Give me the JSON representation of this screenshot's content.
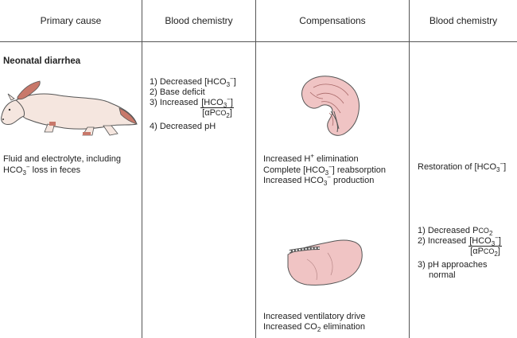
{
  "headers": {
    "primary_cause": "Primary cause",
    "blood_chemistry_1": "Blood chemistry",
    "compensations": "Compensations",
    "blood_chemistry_2": "Blood chemistry"
  },
  "primary_cause": {
    "title": "Neonatal diarrhea",
    "description_line1": "Fluid and electrolyte, including",
    "description_line2_pre": "HCO",
    "description_line2_sub": "3",
    "description_line2_sup": "−",
    "description_line2_post": " loss in feces"
  },
  "blood_chemistry_1": {
    "item1_pre": "1) Decreased [HCO",
    "item1_sub": "3",
    "item1_sup": "−",
    "item1_post": "]",
    "item2": "2) Base deficit",
    "item3_pre": "3) Increased ",
    "item3_num_pre": "[HCO",
    "item3_num_sub": "3",
    "item3_num_sup": "−",
    "item3_num_post": "]",
    "item3_den_pre": "[αP",
    "item3_den_co": "CO",
    "item3_den_sub": "2",
    "item3_den_post": "]",
    "item4": "4) Decreased pH"
  },
  "compensations": {
    "kidney_line1_pre": "Increased H",
    "kidney_line1_sup": "+",
    "kidney_line1_post": " elimination",
    "kidney_line2_pre": "Complete [HCO",
    "kidney_line2_sub": "3",
    "kidney_line2_sup": "−",
    "kidney_line2_post": "] reabsorption",
    "kidney_line3_pre": "Increased HCO",
    "kidney_line3_sub": "3",
    "kidney_line3_sup": "−",
    "kidney_line3_post": " production",
    "lung_line1": "Increased ventilatory drive",
    "lung_line2_pre": "Increased CO",
    "lung_line2_sub": "2",
    "lung_line2_post": " elimination"
  },
  "blood_chemistry_2": {
    "restoration_pre": "Restoration of [HCO",
    "restoration_sub": "3",
    "restoration_sup": "−",
    "restoration_post": "]",
    "item1_pre": "1) Decreased P",
    "item1_co": "CO",
    "item1_sub": "2",
    "item2_pre": "2) Increased ",
    "item2_num_pre": "[HCO",
    "item2_num_sub": "3",
    "item2_num_sup": "−",
    "item2_num_post": "]",
    "item2_den_pre": "[αP",
    "item2_den_co": "CO",
    "item2_den_sub": "2",
    "item2_den_post": "]",
    "item3_line1": "3) pH approaches",
    "item3_line2": "normal"
  },
  "colors": {
    "foal_body": "#f5e6df",
    "foal_accent": "#c8786a",
    "organ_fill": "#f0c4c4",
    "line": "#555555"
  }
}
